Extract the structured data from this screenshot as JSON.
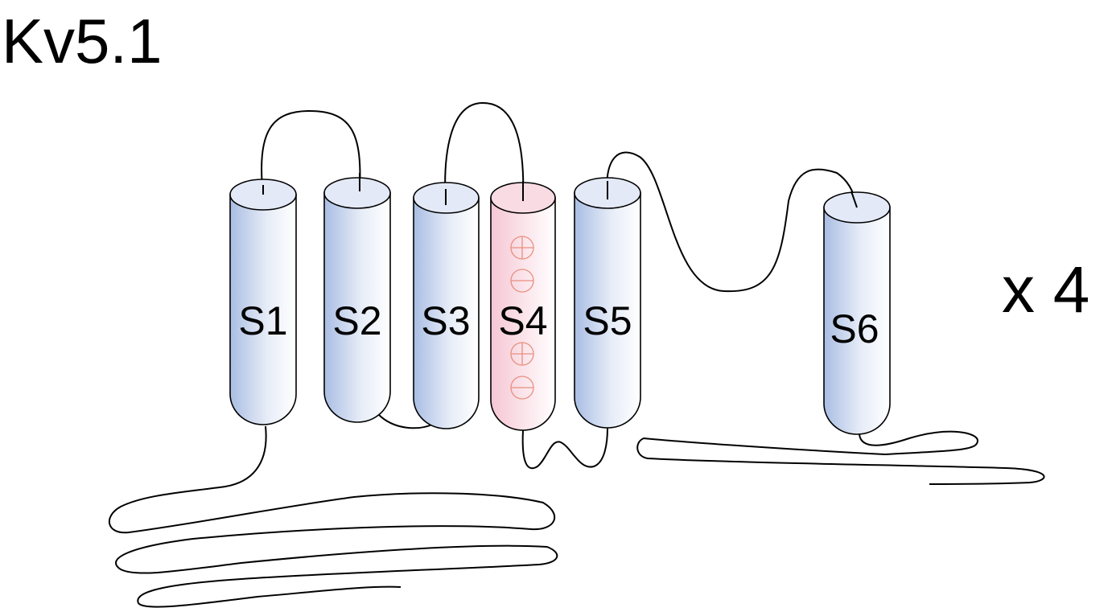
{
  "title": "Kv5.1",
  "multiplier": "x 4",
  "segments": [
    {
      "label": "S1",
      "type": "transmembrane"
    },
    {
      "label": "S2",
      "type": "transmembrane"
    },
    {
      "label": "S3",
      "type": "transmembrane"
    },
    {
      "label": "S4",
      "type": "voltage-sensor",
      "charges": [
        "+",
        "-",
        "+",
        "-"
      ]
    },
    {
      "label": "S5",
      "type": "transmembrane"
    },
    {
      "label": "S6",
      "type": "transmembrane"
    }
  ],
  "colors": {
    "helix": "#a9bde3",
    "voltage_sensor": "#f6c6d4",
    "charge": "#e8907e"
  }
}
